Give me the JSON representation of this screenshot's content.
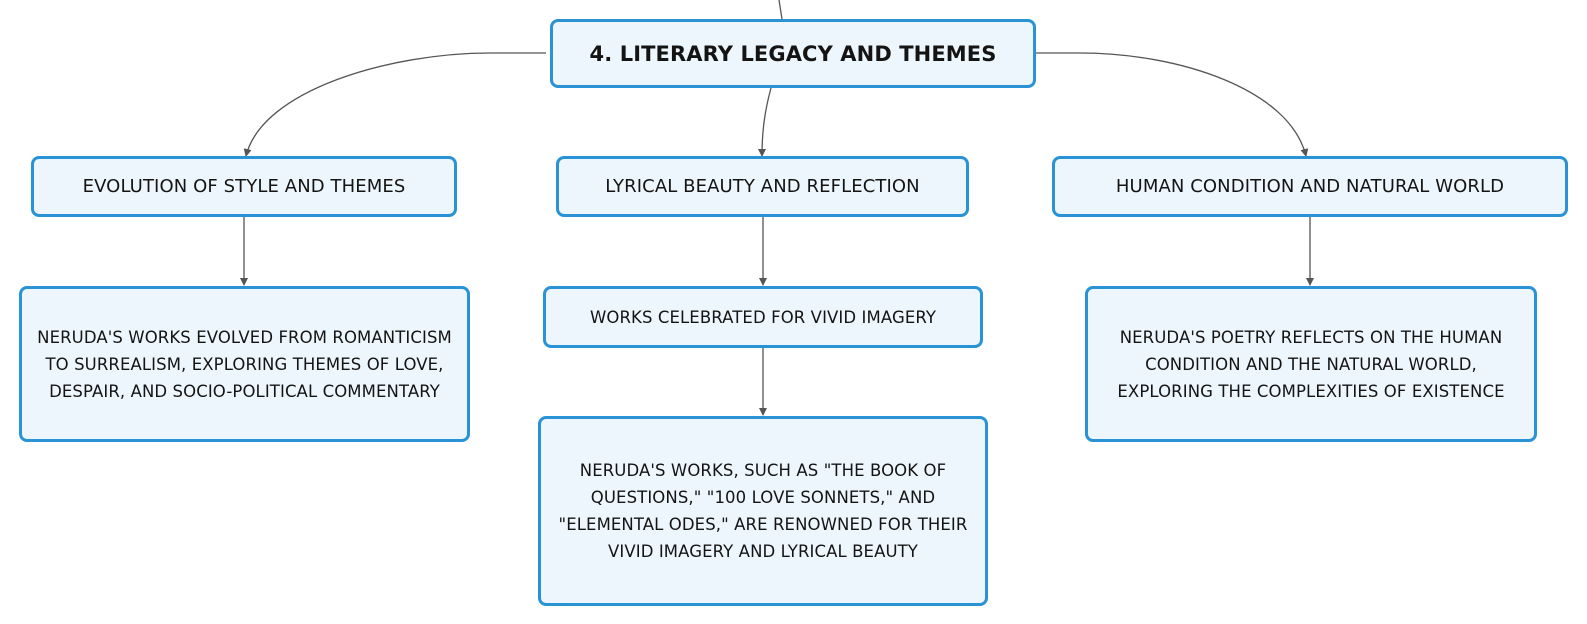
{
  "root": {
    "label": "4. LITERARY LEGACY AND THEMES"
  },
  "branches": [
    {
      "label": "EVOLUTION OF STYLE AND THEMES",
      "children": [
        {
          "label": "NERUDA'S WORKS EVOLVED FROM ROMANTICISM TO SURREALISM, EXPLORING THEMES OF LOVE, DESPAIR, AND SOCIO-POLITICAL COMMENTARY"
        }
      ]
    },
    {
      "label": "LYRICAL BEAUTY AND REFLECTION",
      "children": [
        {
          "label": "WORKS CELEBRATED FOR VIVID IMAGERY"
        },
        {
          "label": "NERUDA'S WORKS, SUCH AS \"THE BOOK OF QUESTIONS,\" \"100 LOVE SONNETS,\" AND \"ELEMENTAL ODES,\" ARE RENOWNED FOR THEIR VIVID IMAGERY AND LYRICAL BEAUTY"
        }
      ]
    },
    {
      "label": "HUMAN CONDITION AND NATURAL WORLD",
      "children": [
        {
          "label": "NERUDA'S POETRY REFLECTS ON THE HUMAN CONDITION AND THE NATURAL WORLD, EXPLORING THE COMPLEXITIES OF EXISTENCE"
        }
      ]
    }
  ],
  "colors": {
    "node_border": "#2a93d5",
    "node_fill": "#eef6fd",
    "connector": "#555555",
    "text": "#141414"
  }
}
